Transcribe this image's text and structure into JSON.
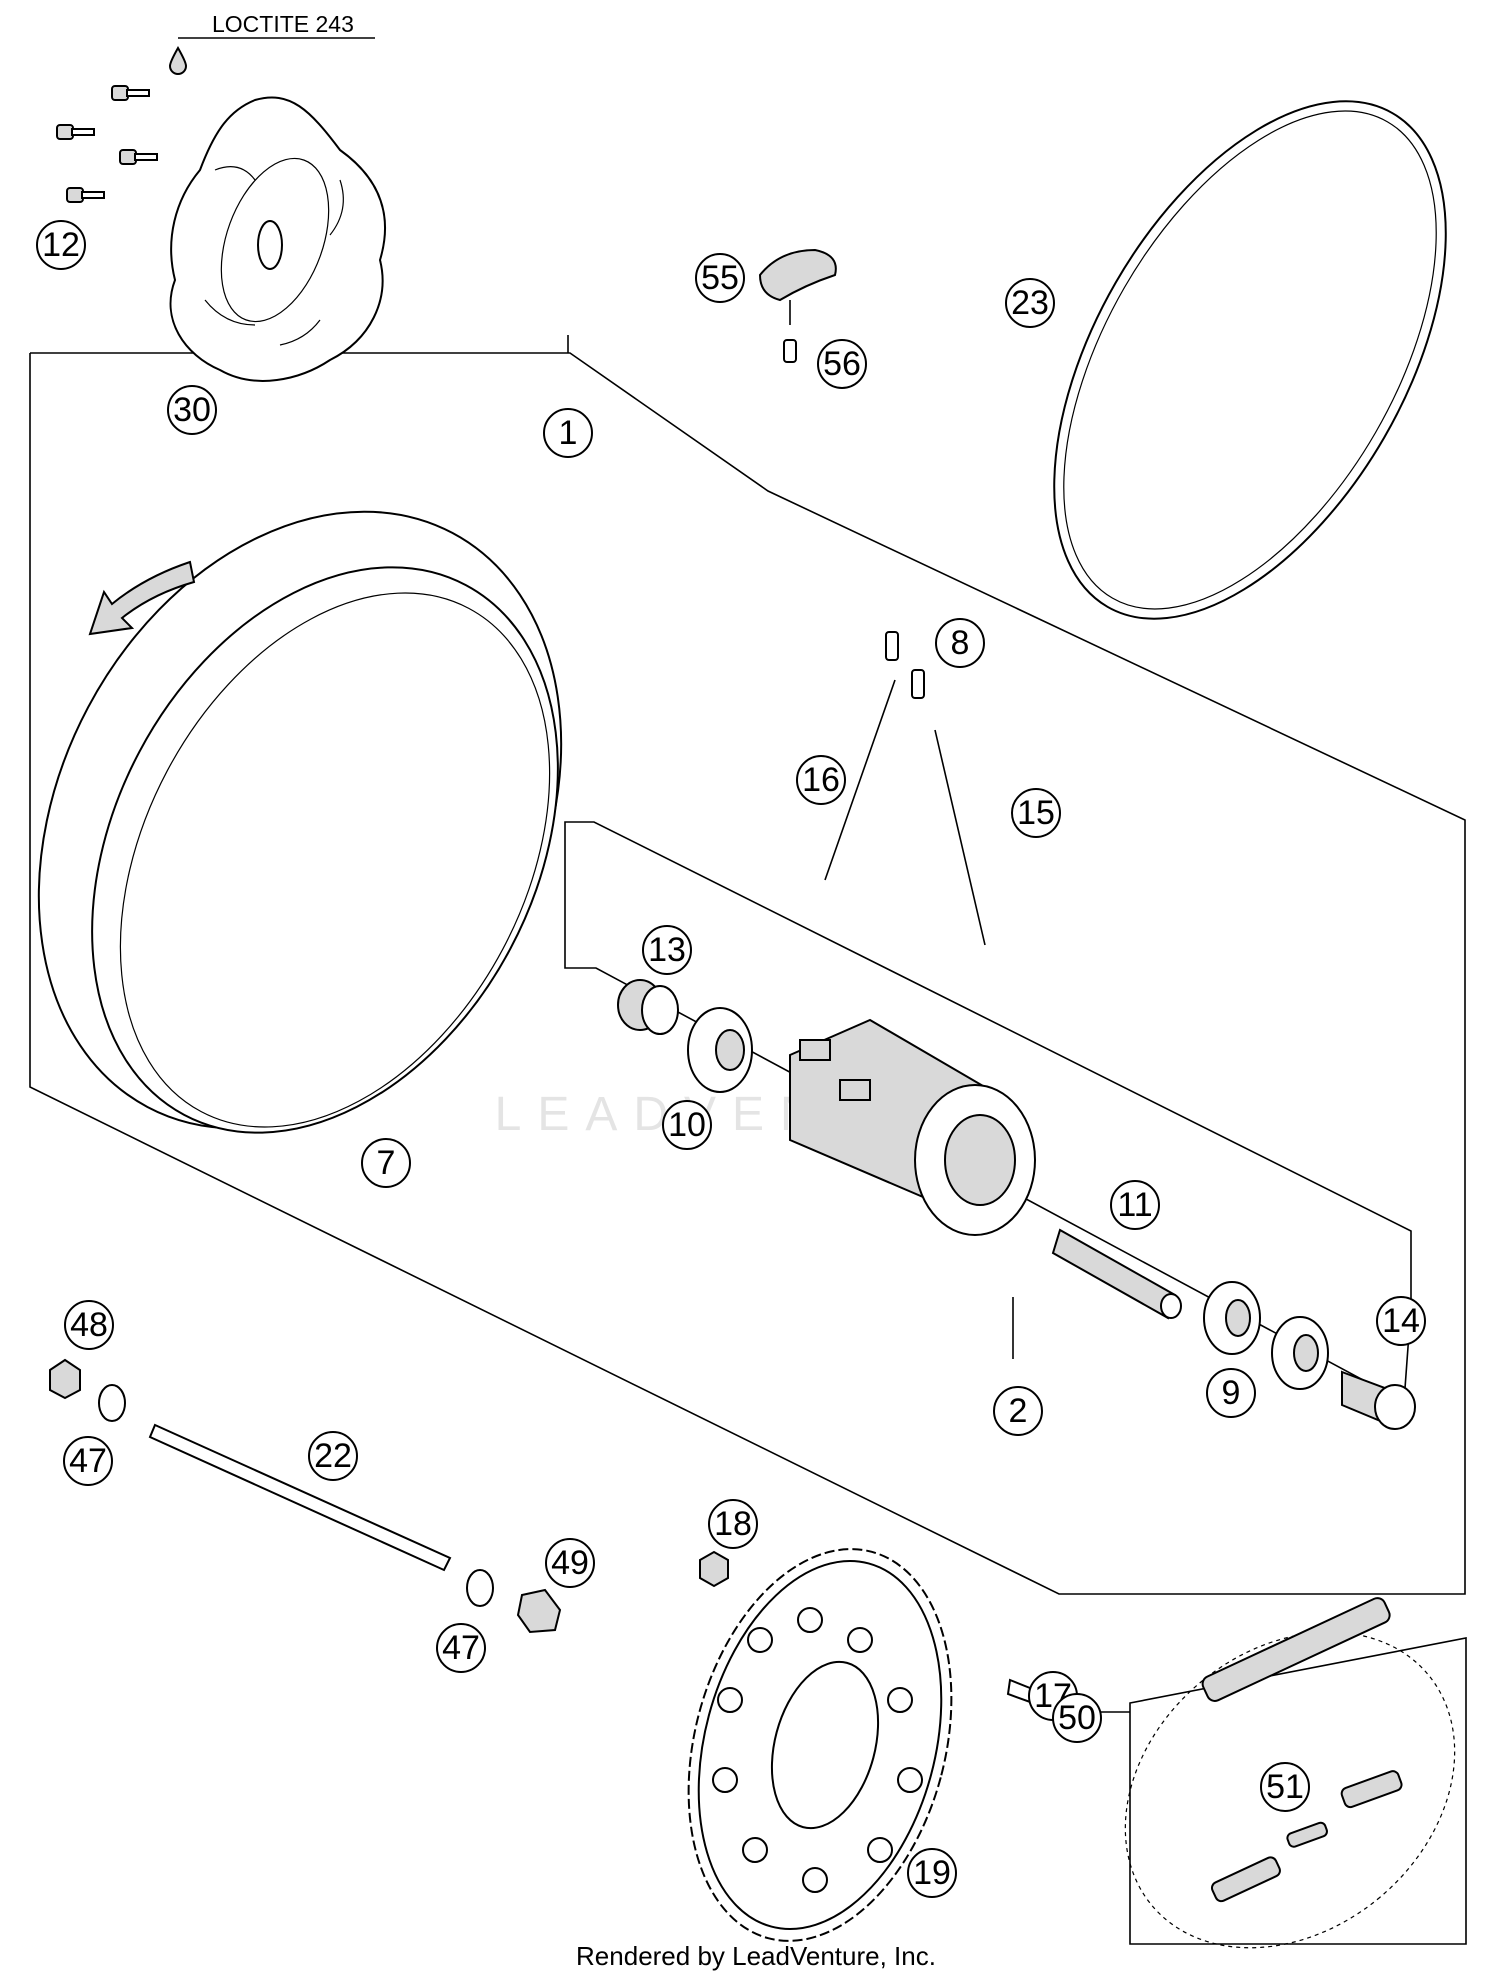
{
  "note_loctite": "LOCTITE 243",
  "footer": "Rendered by LeadVenture, Inc.",
  "watermark": "LEADVENTURE",
  "callouts": [
    {
      "num": "1",
      "style": "open"
    },
    {
      "num": "2",
      "style": "open"
    },
    {
      "num": "7",
      "style": "open"
    },
    {
      "num": "8",
      "style": "open"
    },
    {
      "num": "9",
      "style": "open"
    },
    {
      "num": "10",
      "style": "open"
    },
    {
      "num": "11",
      "style": "open"
    },
    {
      "num": "12",
      "style": "open"
    },
    {
      "num": "13",
      "style": "open"
    },
    {
      "num": "14",
      "style": "open"
    },
    {
      "num": "15",
      "style": "open"
    },
    {
      "num": "16",
      "style": "open"
    },
    {
      "num": "17",
      "style": "open"
    },
    {
      "num": "18",
      "style": "open"
    },
    {
      "num": "19",
      "style": "open"
    },
    {
      "num": "22",
      "style": "open"
    },
    {
      "num": "23",
      "style": "open"
    },
    {
      "num": "30",
      "style": "open"
    },
    {
      "num": "47",
      "style": "open"
    },
    {
      "num": "47",
      "style": "open"
    },
    {
      "num": "48",
      "style": "open"
    },
    {
      "num": "49",
      "style": "open"
    },
    {
      "num": "50",
      "style": "open"
    },
    {
      "num": "51",
      "style": "open"
    },
    {
      "num": "55",
      "style": "open"
    },
    {
      "num": "56",
      "style": "open"
    }
  ]
}
